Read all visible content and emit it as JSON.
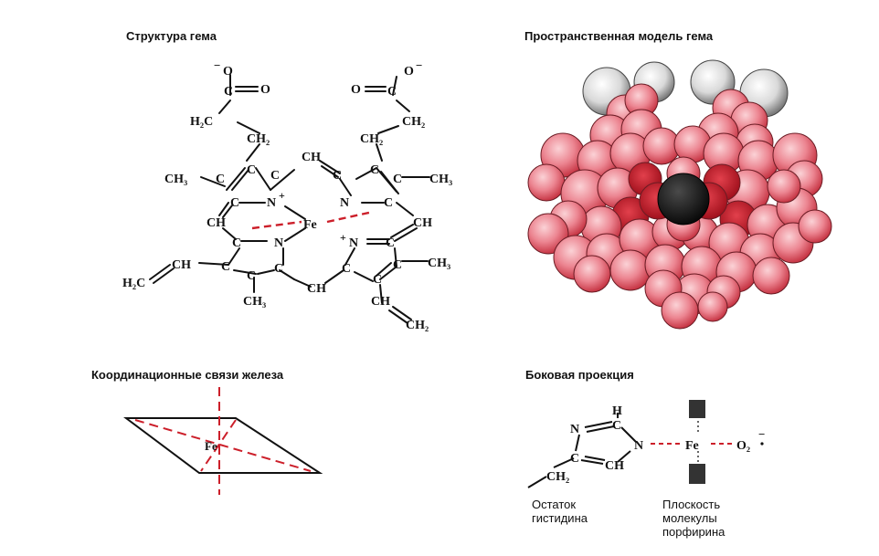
{
  "panels": {
    "structure": {
      "title": "Структура гема"
    },
    "space_model": {
      "title": "Пространственная модель гема"
    },
    "coordination": {
      "title": "Координационные связи железа"
    },
    "side_view": {
      "title": "Боковая проекция"
    }
  },
  "structure_labels": {
    "carboxylate_left_o_minus": "O",
    "carboxylate_left_minus": "−",
    "carboxylate_left_o": "O",
    "carboxylate_right_o": "O",
    "carboxylate_right_o_minus": "O",
    "carboxylate_right_minus": "−",
    "c": "C",
    "h2c": "H₂C",
    "ch2": "CH₂",
    "ch": "CH",
    "ch3": "CH₃",
    "h2c_vinyl": "H₂C",
    "ch2_vinyl": "CH₂",
    "n": "N",
    "n_plus": "N",
    "plus": "+",
    "fe": "Fe"
  },
  "coordination_labels": {
    "fe": "Fe"
  },
  "side_view_labels": {
    "h": "H",
    "n": "N",
    "c": "C",
    "ch": "CH",
    "ch2": "CH₂",
    "fe": "Fe",
    "o2": "O₂",
    "o2_charge": "−",
    "histidine_caption": [
      "Остаток",
      "гистидина"
    ],
    "porphyrin_caption": [
      "Плоскость",
      "молекулы",
      "порфирина"
    ]
  },
  "colors": {
    "bond": "#111111",
    "coordination_dashed": "#cc1f2a",
    "atom_red": "#e8707a",
    "atom_red_dark": "#c01c28",
    "iron": "#141414",
    "oxygen_white": "#f2f2f2"
  }
}
